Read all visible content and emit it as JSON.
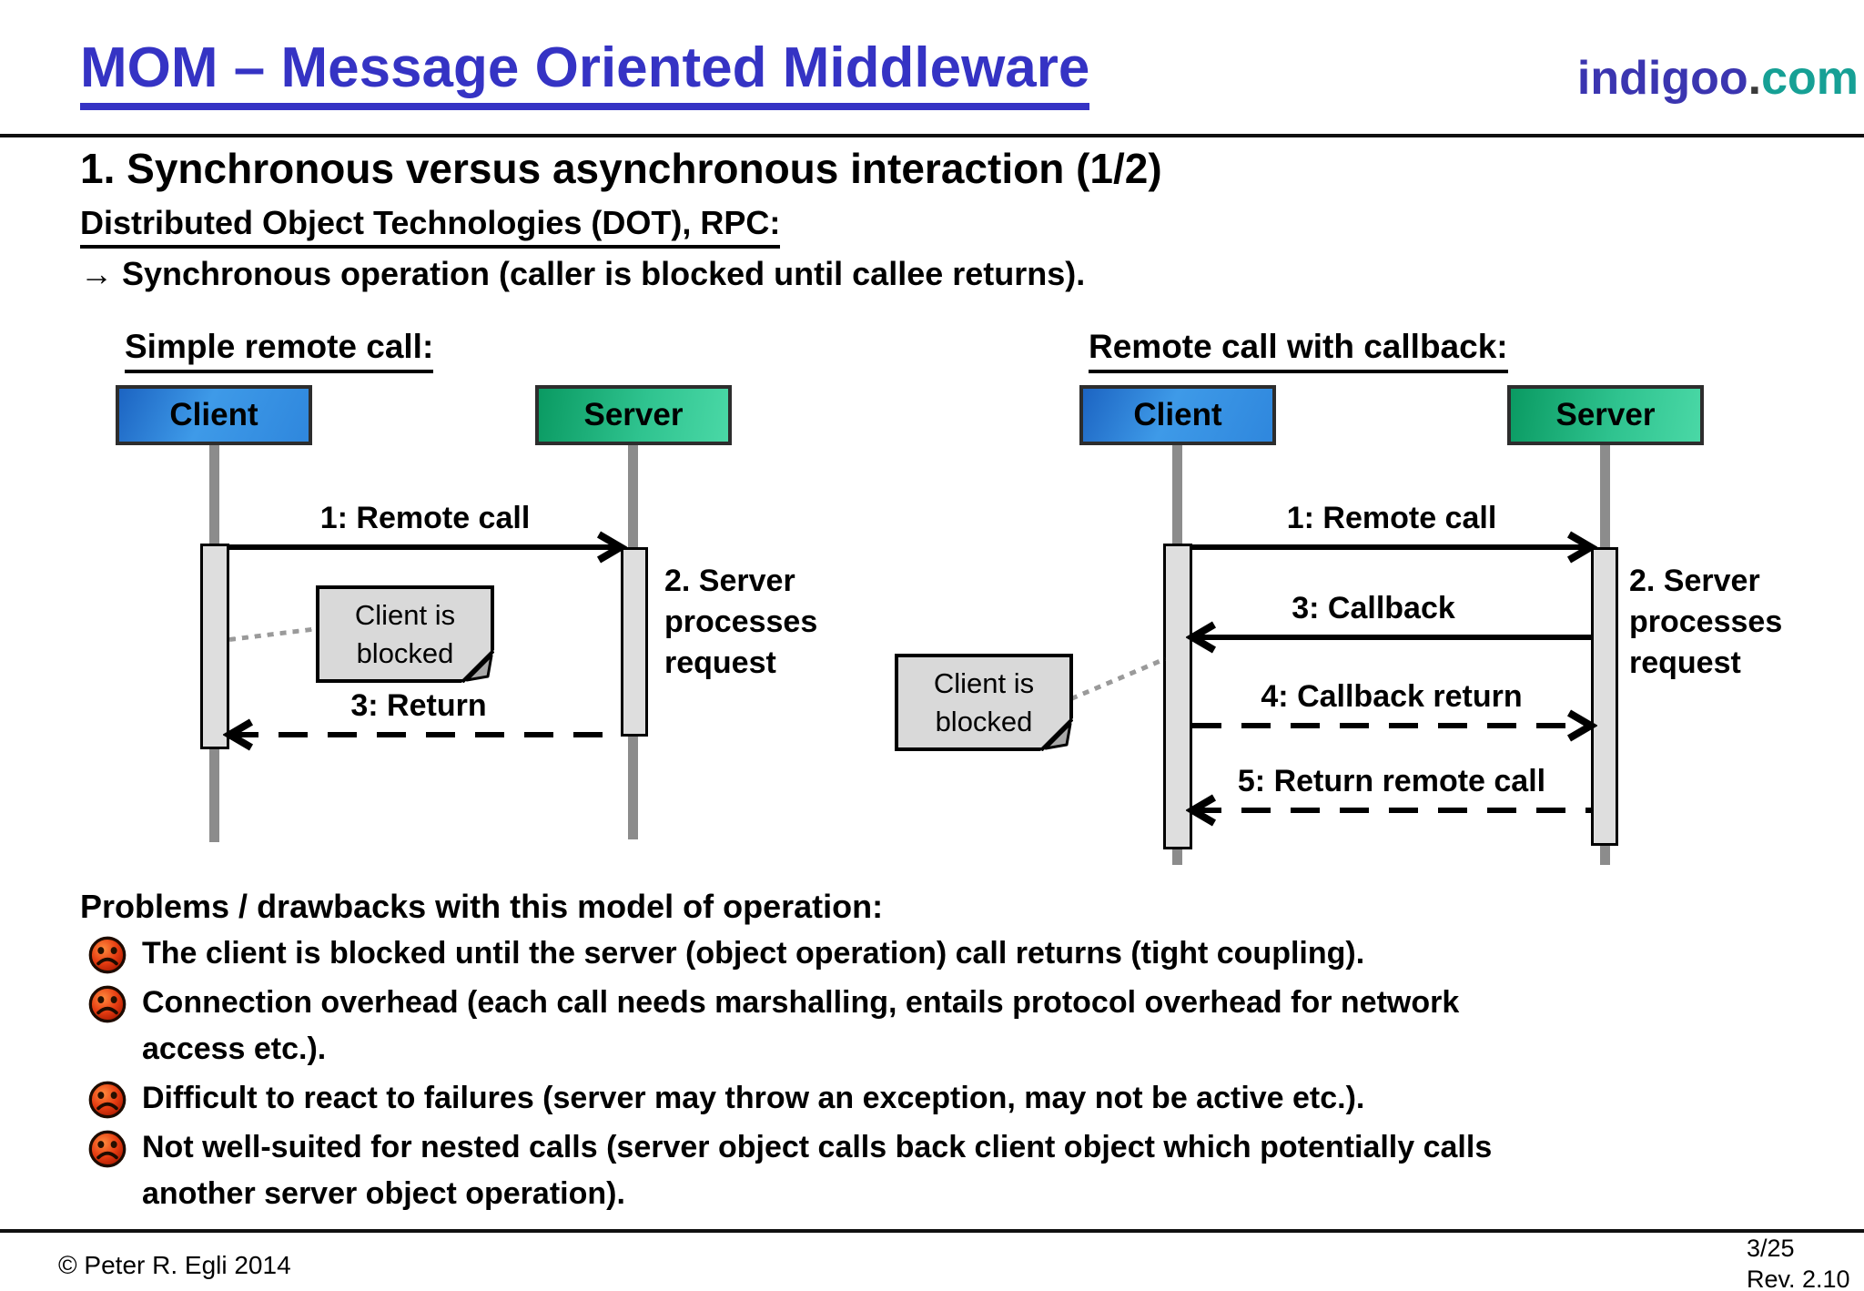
{
  "header": {
    "title": "MOM – Message Oriented Middleware",
    "brand": {
      "name": "indigoo",
      "dot": ".",
      "tld": "com"
    }
  },
  "section": {
    "heading": "1. Synchronous versus asynchronous interaction (1/2)",
    "subheading": "Distributed Object Technologies (DOT), RPC:",
    "arrow_note": "→ Synchronous operation (caller is blocked until callee returns)."
  },
  "diagrams": {
    "left": {
      "title": "Simple remote call:",
      "client_label": "Client",
      "server_label": "Server",
      "msg1": "1: Remote call",
      "msg3": "3: Return",
      "note_line1": "Client is",
      "note_line2": "blocked",
      "process": [
        "2. Server",
        "processes",
        "request"
      ]
    },
    "right": {
      "title": "Remote call with callback:",
      "client_label": "Client",
      "server_label": "Server",
      "msg1": "1: Remote call",
      "msg3": "3: Callback",
      "msg4": "4: Callback return",
      "msg5": "5: Return remote call",
      "note_line1": "Client is",
      "note_line2": "blocked",
      "process": [
        "2. Server",
        "processes",
        "request"
      ]
    }
  },
  "problems": {
    "title": "Problems / drawbacks with this model of operation:",
    "items": [
      {
        "lines": [
          "The client is blocked until the server (object operation) call returns (tight coupling)."
        ]
      },
      {
        "lines": [
          "Connection overhead (each call needs marshalling, entails protocol overhead for network",
          "access etc.)."
        ]
      },
      {
        "lines": [
          "Difficult to react to failures (server may throw an exception, may not be active etc.)."
        ]
      },
      {
        "lines": [
          "Not well-suited for nested calls (server object calls back client object which potentially calls",
          "another server object operation)."
        ]
      }
    ]
  },
  "footer": {
    "copyright": "© Peter R. Egli 2014",
    "page": "3/25",
    "revision": "Rev. 2.10"
  },
  "colors": {
    "title_blue": "#3533C4",
    "brand_blue": "#3B35B0",
    "brand_teal": "#16A095",
    "client_blue": "#2F87DD",
    "server_green": "#0A9A62",
    "lifeline_gray": "#8C8C8C",
    "note_gray": "#D9D9D9",
    "sad_face_red": "#E63D12"
  },
  "icons": {
    "bullet": "sad-face-icon"
  }
}
